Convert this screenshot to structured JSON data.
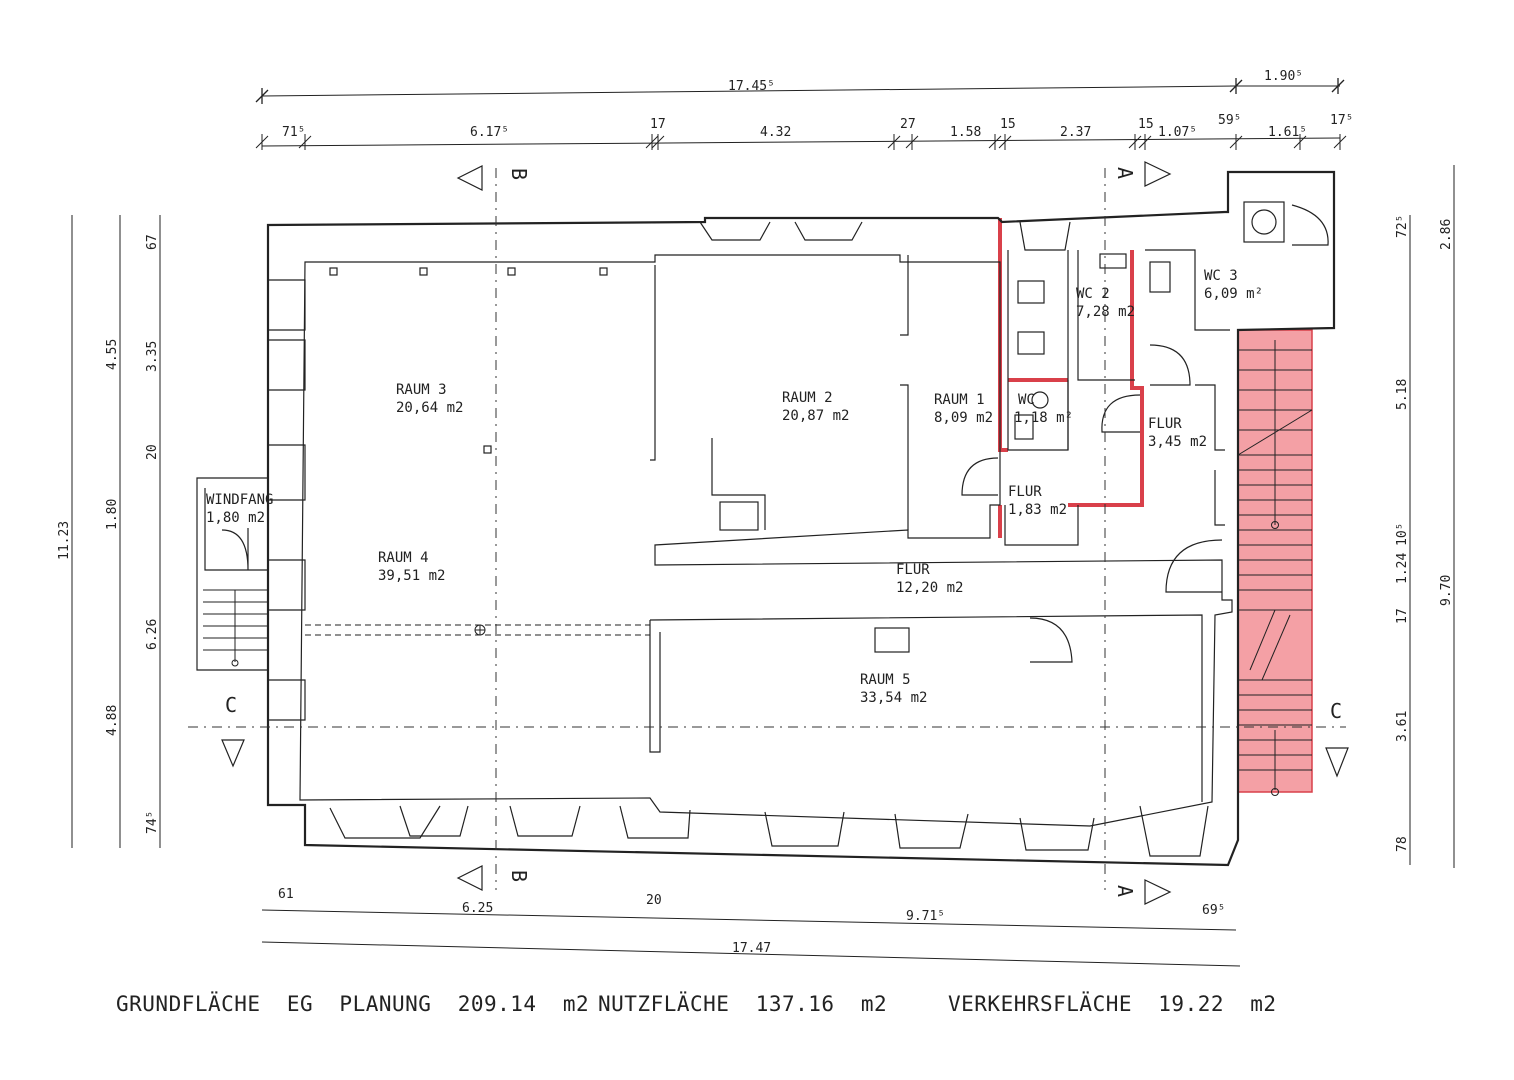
{
  "rooms": {
    "raum3": {
      "name": "RAUM  3",
      "area": "20,64  m2"
    },
    "raum2": {
      "name": "RAUM  2",
      "area": "20,87  m2"
    },
    "raum1": {
      "name": "RAUM  1",
      "area": "8,09  m2"
    },
    "wc2": {
      "name": "WC  2",
      "area": "7,28  m2"
    },
    "wc3": {
      "name": "WC  3",
      "area": "6,09  m²"
    },
    "wc1": {
      "name": "WC",
      "area": "1,18  m²"
    },
    "flur_a": {
      "name": "FLUR",
      "area": "3,45  m2"
    },
    "flur_b": {
      "name": "FLUR",
      "area": "1,83  m2"
    },
    "flur_c": {
      "name": "FLUR",
      "area": "12,20  m2"
    },
    "raum4": {
      "name": "RAUM  4",
      "area": "39,51  m2"
    },
    "raum5": {
      "name": "RAUM  5",
      "area": "33,54  m2"
    },
    "windfang": {
      "name": "WINDFANG",
      "area": "1,80  m2"
    }
  },
  "sections": {
    "b": "B",
    "a": "A",
    "c": "C"
  },
  "dims_top": {
    "overall": "17.45⁵",
    "right": "1.90⁵",
    "segments": [
      "71⁵",
      "6.17⁵",
      "17",
      "4.32",
      "27",
      "1.58",
      "15",
      "2.37",
      "15",
      "1.07⁵",
      "59⁵",
      "1.61⁵",
      "17⁵"
    ]
  },
  "dims_bottom": {
    "segments": [
      "61",
      "6.25",
      "20",
      "9.71⁵",
      "69⁵"
    ],
    "overall": "17.47"
  },
  "dims_left": {
    "overall": "11.23",
    "middle": [
      "4.55",
      "1.80",
      "4.88"
    ],
    "inner": [
      "67",
      "3.35",
      "20",
      "6.26",
      "74⁵"
    ]
  },
  "dims_right": {
    "overall": [
      "2.86",
      "9.70"
    ],
    "middle": [
      "5.18",
      "3.61"
    ],
    "inner": [
      "72⁵",
      "10⁵",
      "1.24",
      "17",
      "78"
    ]
  },
  "footer": {
    "grundflaeche": "GRUNDFLÄCHE  EG  PLANUNG  209.14  m2",
    "nutzflaeche": "NUTZFLÄCHE  137.16  m2",
    "verkehrsflaeche": "VERKEHRSFLÄCHE  19.22  m2"
  },
  "colors": {
    "highlight": "#f08a90",
    "highlight_stroke": "#d9404a",
    "line": "#222222"
  }
}
